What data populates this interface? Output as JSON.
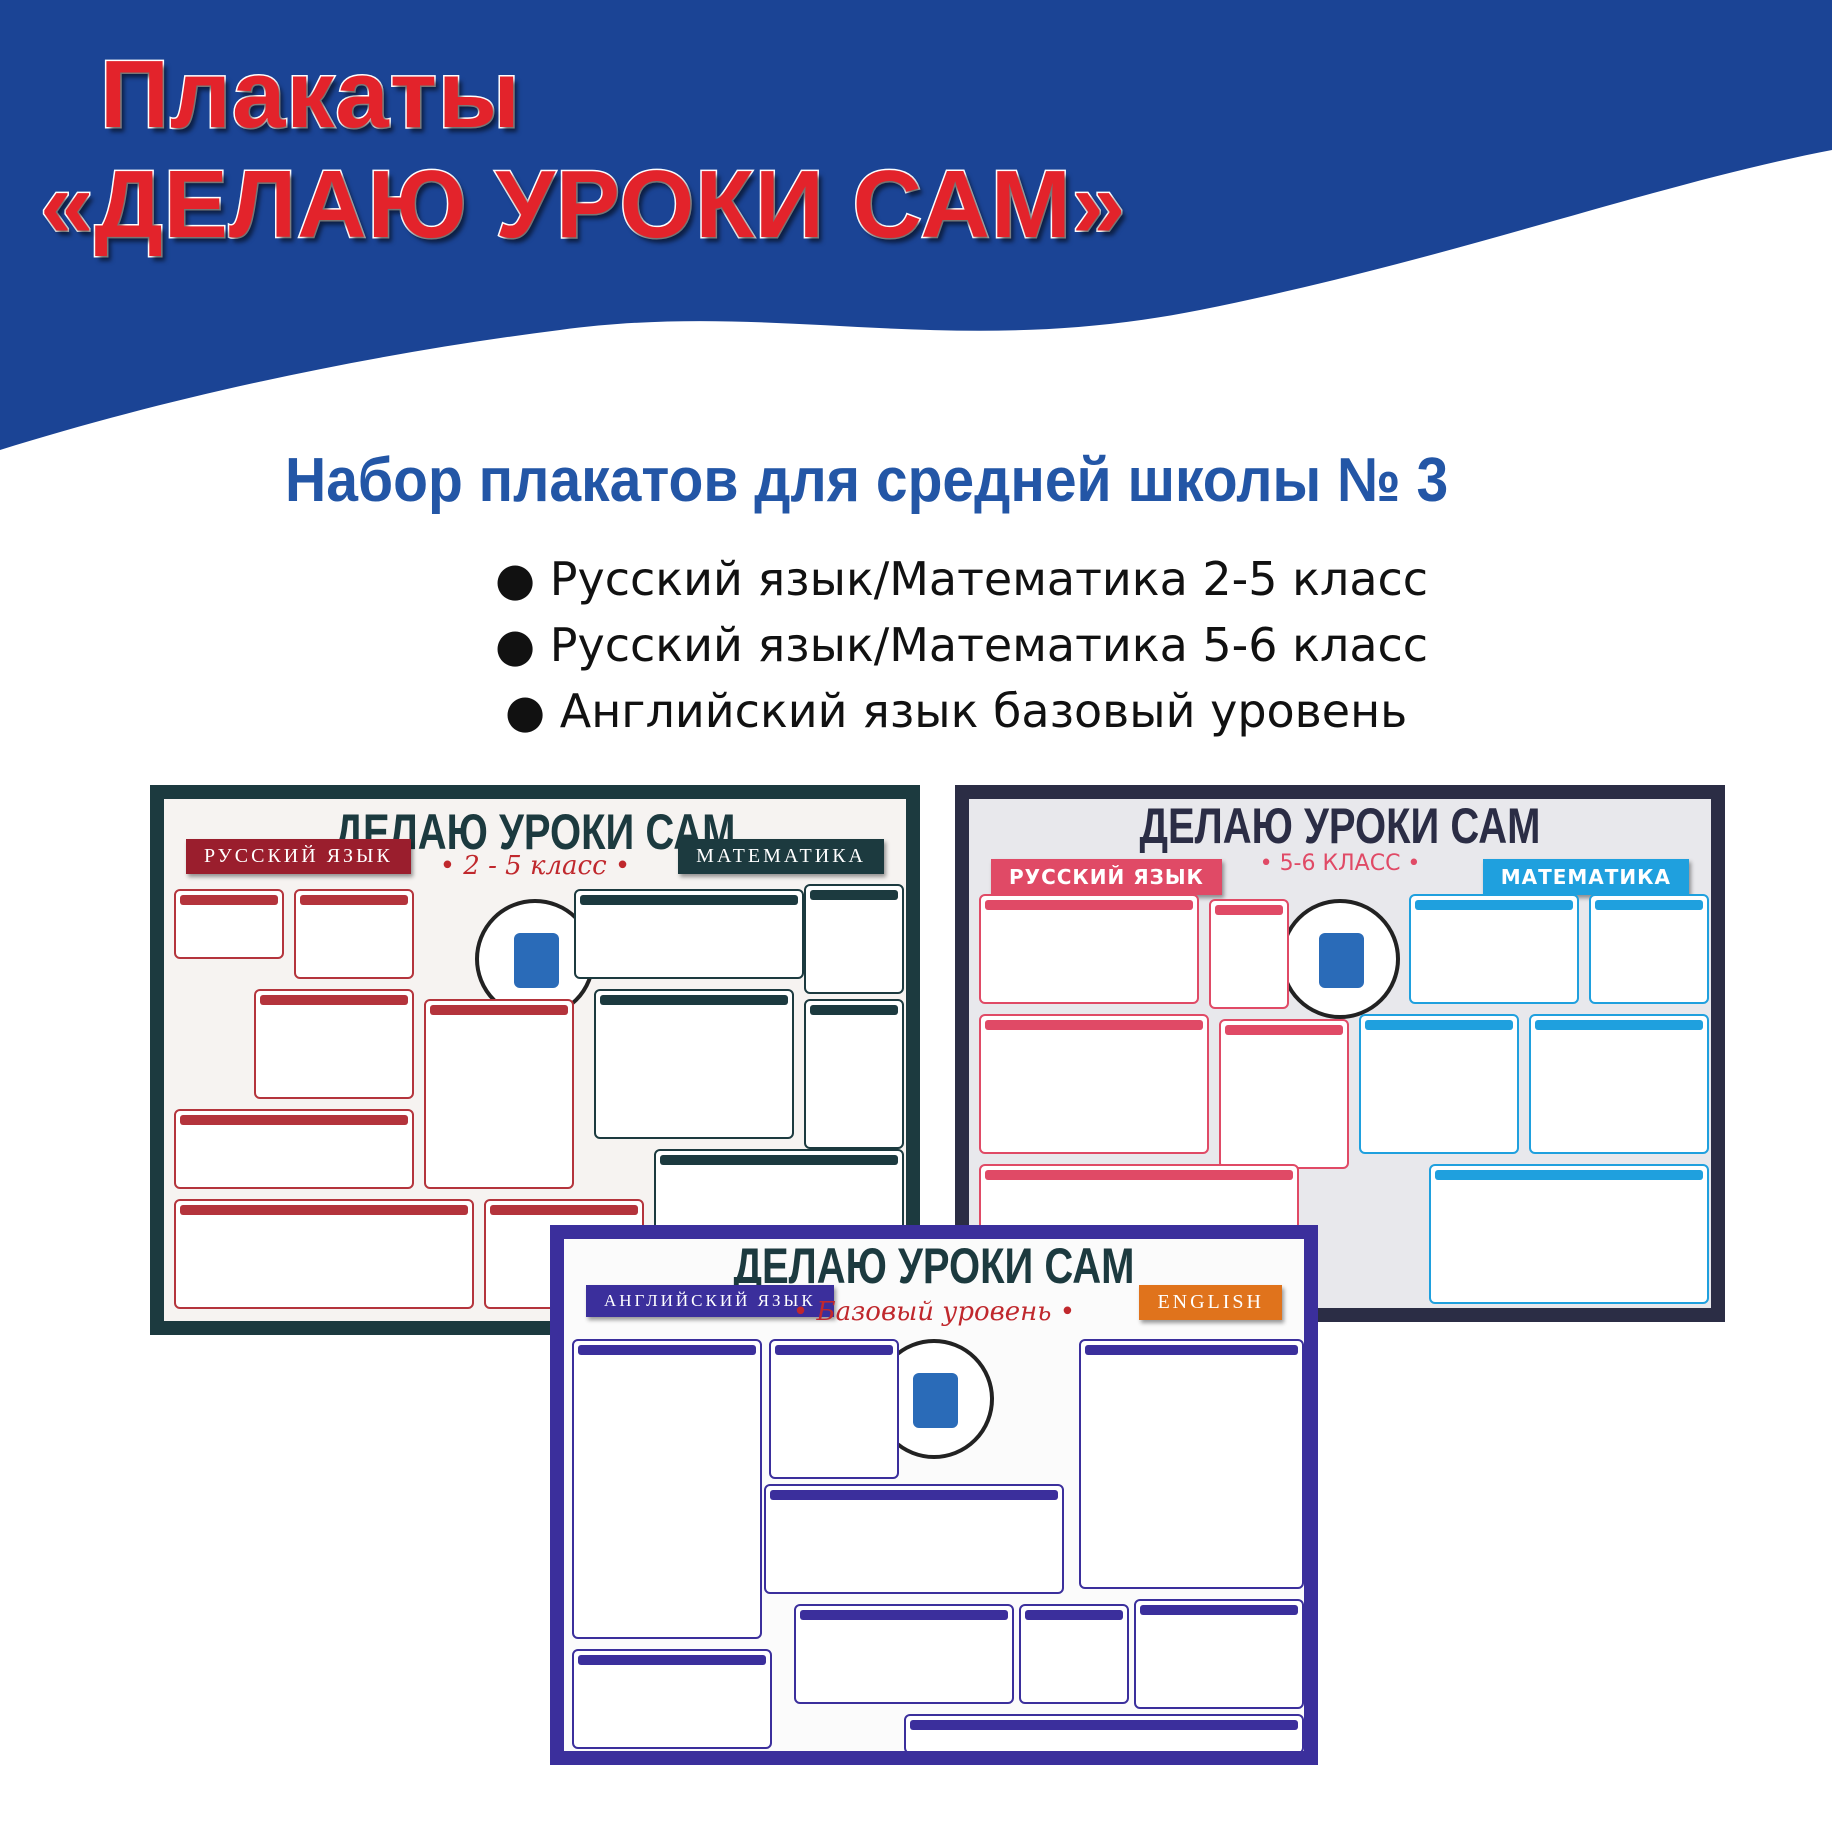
{
  "header": {
    "title_line1": "Плакаты",
    "title_line2": "«ДЕЛАЮ УРОКИ САМ»",
    "subtitle": "Набор плакатов для средней школы № 3"
  },
  "bullets": [
    "● Русский язык/Математика 2-5 класс",
    "● Русский язык/Математика 5-6 класс",
    "● Английский язык базовый уровень"
  ],
  "posters": [
    {
      "title": "ДЕЛАЮ УРОКИ САМ",
      "left_ribbon": "РУССКИЙ ЯЗЫК",
      "right_ribbon": "МАТЕМАТИКА",
      "grade": "• 2 - 5 класс •"
    },
    {
      "title": "ДЕЛАЮ УРОКИ САМ",
      "left_ribbon": "РУССКИЙ ЯЗЫК",
      "right_ribbon": "МАТЕМАТИКА",
      "grade": "• 5-6 КЛАСС •"
    },
    {
      "title": "ДЕЛАЮ УРОКИ САМ",
      "left_ribbon": "АНГЛИЙСКИЙ ЯЗЫК",
      "right_ribbon": "ENGLISH",
      "grade": "• Базовый уровень •"
    }
  ],
  "colors": {
    "wave": "#1b4495",
    "title_red": "#e3232b",
    "subtitle_blue": "#2356a6"
  }
}
